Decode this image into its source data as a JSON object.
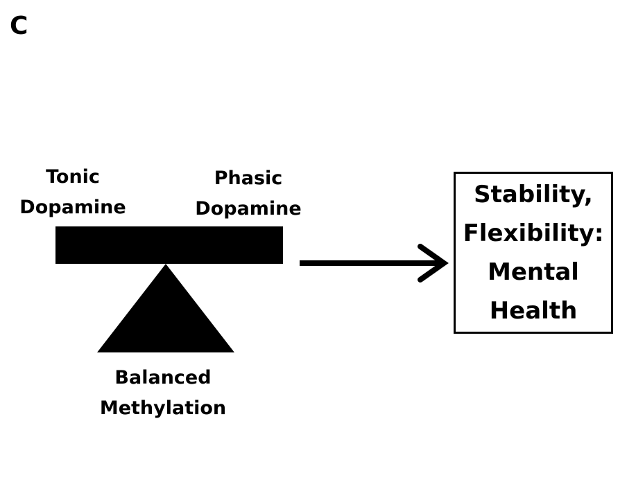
{
  "panel_label": "C",
  "seesaw": {
    "left_label": [
      "Tonic",
      "Dopamine"
    ],
    "right_label": [
      "Phasic",
      "Dopamine"
    ],
    "fulcrum_label": [
      "Balanced",
      "Methylation"
    ]
  },
  "outcome": {
    "lines": [
      "Stability,",
      "Flexibility:",
      "Mental",
      "Health"
    ]
  },
  "colors": {
    "ink": "#000000",
    "background": "#ffffff"
  }
}
